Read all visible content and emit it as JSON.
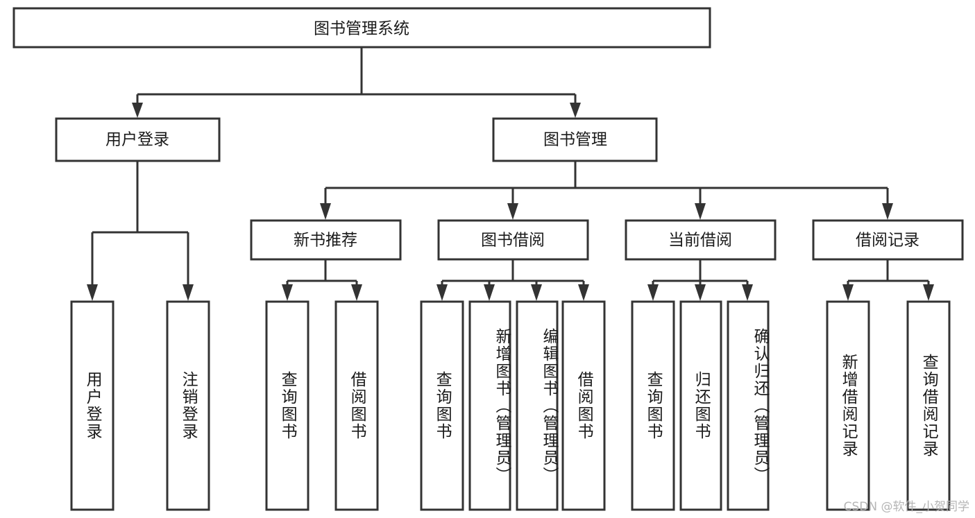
{
  "diagram": {
    "type": "tree-flowchart",
    "title": "图书管理系统",
    "root": {
      "id": "root",
      "label": "图书管理系统"
    },
    "level1": [
      {
        "id": "user-login",
        "label": "用户登录"
      },
      {
        "id": "book-manage",
        "label": "图书管理"
      }
    ],
    "level2": [
      {
        "id": "new-book-rec",
        "label": "新书推荐",
        "parent": "book-manage"
      },
      {
        "id": "book-borrow",
        "label": "图书借阅",
        "parent": "book-manage"
      },
      {
        "id": "current-borrow",
        "label": "当前借阅",
        "parent": "book-manage"
      },
      {
        "id": "borrow-record",
        "label": "借阅记录",
        "parent": "book-manage"
      }
    ],
    "leaves": [
      {
        "id": "leaf-user-login",
        "label": "用户登录",
        "parent": "user-login"
      },
      {
        "id": "leaf-logout",
        "label": "注销登录",
        "parent": "user-login"
      },
      {
        "id": "leaf-query-book-1",
        "label": "查询图书",
        "parent": "new-book-rec"
      },
      {
        "id": "leaf-borrow-book-1",
        "label": "借阅图书",
        "parent": "new-book-rec"
      },
      {
        "id": "leaf-query-book-2",
        "label": "查询图书",
        "parent": "book-borrow"
      },
      {
        "id": "leaf-add-book",
        "label": "新增图书（管理员）",
        "parent": "book-borrow"
      },
      {
        "id": "leaf-edit-book",
        "label": "编辑图书（管理员）",
        "parent": "book-borrow"
      },
      {
        "id": "leaf-borrow-book-2",
        "label": "借阅图书",
        "parent": "book-borrow"
      },
      {
        "id": "leaf-query-book-3",
        "label": "查询图书",
        "parent": "current-borrow"
      },
      {
        "id": "leaf-return-book",
        "label": "归还图书",
        "parent": "current-borrow"
      },
      {
        "id": "leaf-confirm-return",
        "label": "确认归还（管理员）",
        "parent": "current-borrow"
      },
      {
        "id": "leaf-add-record",
        "label": "新增借阅记录",
        "parent": "borrow-record"
      },
      {
        "id": "leaf-query-record",
        "label": "查询借阅记录",
        "parent": "borrow-record"
      }
    ],
    "colors": {
      "background": "#ffffff",
      "box_fill": "#ffffff",
      "box_stroke": "#333333",
      "text": "#1a1a1a",
      "watermark": "#b5b5b5"
    }
  },
  "watermark": {
    "text": "CSDN @软件_小贺同学"
  }
}
